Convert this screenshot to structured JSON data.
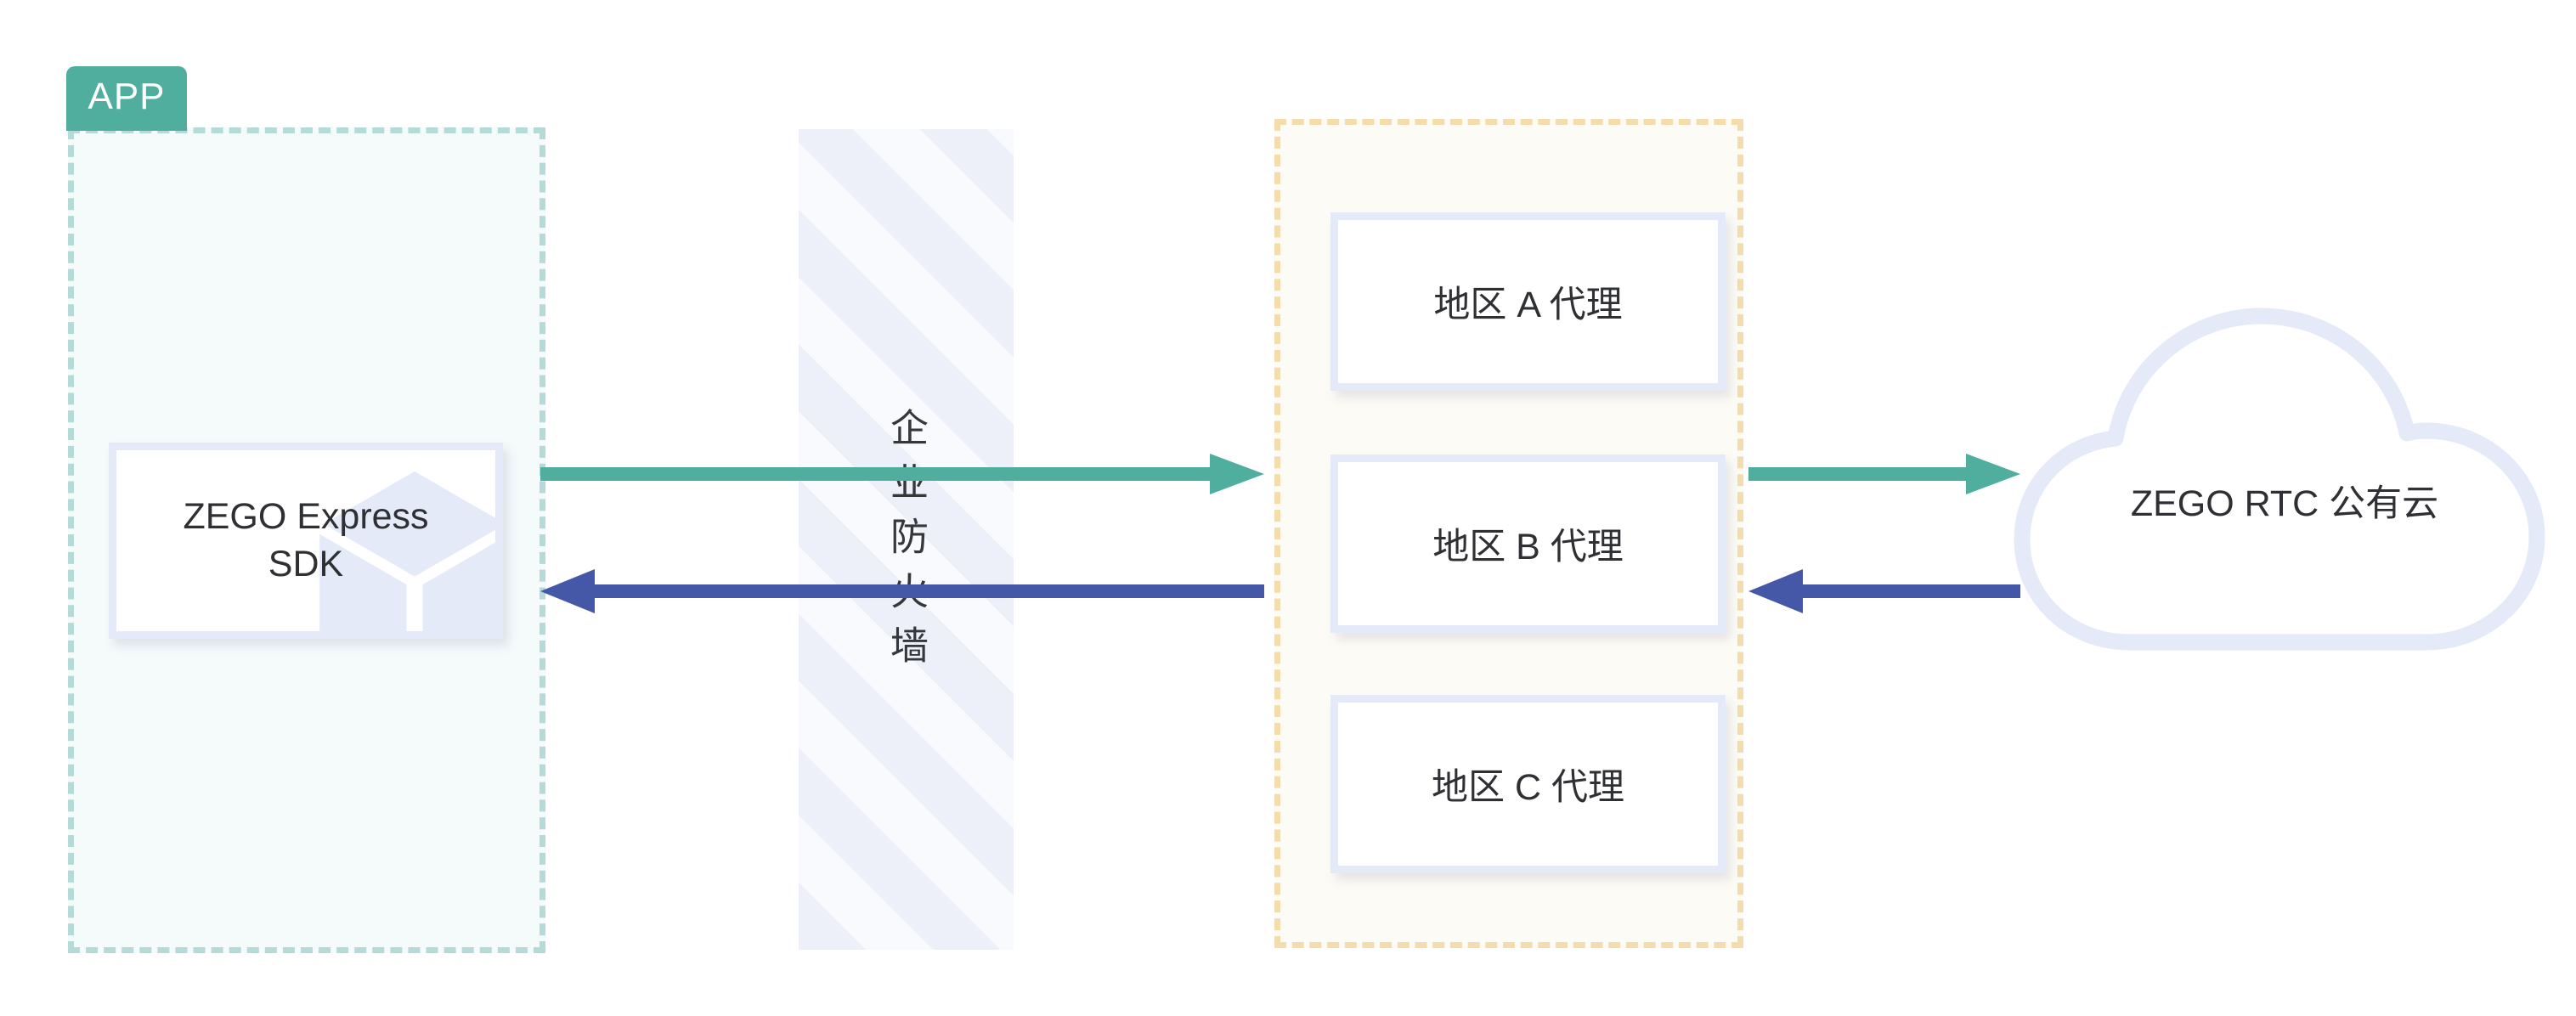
{
  "colors": {
    "app_badge_bg": "#4FAE9D",
    "app_zone_border": "#B4DBD7",
    "app_zone_fill": "#F5FAFB",
    "proxy_zone_border": "#F5DCAC",
    "proxy_zone_fill": "#FDFBF5",
    "card_border": "#E5EAF8",
    "card_fill": "#FFFFFF",
    "arrow_uplink": "#4FAE9D",
    "arrow_downlink": "#4558A8",
    "firewall_stripe_dark": "#EDF0F8",
    "firewall_stripe_light": "#F8FAFD",
    "text_primary": "#2F3033",
    "cube_watermark": "#E4EAF7"
  },
  "app_zone": {
    "badge_label": "APP",
    "badge_icon": "app-badge-icon",
    "sdk_card": {
      "label_line1": "ZEGO Express",
      "label_line2": "SDK",
      "watermark_icon": "cube-3d-icon"
    }
  },
  "firewall": {
    "label": "企业防火墙",
    "characters": [
      "企",
      "业",
      "防",
      "火",
      "墙"
    ],
    "pattern": "diagonal-stripes"
  },
  "proxy_zone": {
    "cards": [
      {
        "label": "地区 A 代理",
        "id": "proxy-region-a"
      },
      {
        "label": "地区 B 代理",
        "id": "proxy-region-b"
      },
      {
        "label": "地区 C 代理",
        "id": "proxy-region-c"
      }
    ]
  },
  "cloud": {
    "label": "ZEGO RTC 公有云",
    "icon": "cloud-icon"
  },
  "arrows": [
    {
      "id": "uplink-sdk-to-proxy",
      "direction": "right",
      "color": "#4FAE9D",
      "icon": "arrow-right-icon"
    },
    {
      "id": "uplink-proxy-to-cloud",
      "direction": "right",
      "color": "#4FAE9D",
      "icon": "arrow-right-icon"
    },
    {
      "id": "downlink-proxy-to-sdk",
      "direction": "left",
      "color": "#4558A8",
      "icon": "arrow-left-icon"
    },
    {
      "id": "downlink-cloud-to-proxy",
      "direction": "left",
      "color": "#4558A8",
      "icon": "arrow-left-icon"
    }
  ]
}
